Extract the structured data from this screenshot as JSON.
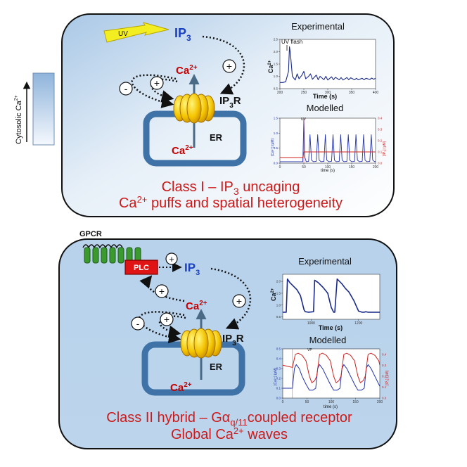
{
  "side_bar": {
    "label": "Cytosolic Ca",
    "label_sup": "2+"
  },
  "panel1": {
    "uv": "UV",
    "ip3": "IP",
    "ip3_sub": "3",
    "ca_top": "Ca",
    "ca_top_sup": "2+",
    "ca_er": "Ca",
    "ca_er_sup": "2+",
    "ip3r": "IP",
    "ip3r_sub": "3",
    "ip3r_r": "R",
    "er": "ER",
    "plus_ip3": "+",
    "plus_ca": "+",
    "minus_ca": "-",
    "caption_line1_a": "Class I – IP",
    "caption_line1_sub": "3",
    "caption_line1_b": " uncaging",
    "caption_line2_a": "Ca",
    "caption_line2_sup": "2+",
    "caption_line2_b": " puffs and spatial heterogeneity",
    "exp_title": "Experimental",
    "exp_annotation": "UV flash",
    "exp_ylabel": "Ca",
    "exp_ylabel_sup": "2+",
    "exp_xlabel": "Time (s)",
    "model_title": "Modelled",
    "model_annotation": "UV",
    "model_ylabel_left": "[Ca²⁺] (μM)",
    "model_ylabel_right": "[IP₃] (μM)",
    "model_xlabel": "time (s)"
  },
  "panel2": {
    "gpcr": "GPCR",
    "plc": "PLC",
    "ip3": "IP",
    "ip3_sub": "3",
    "ca_top": "Ca",
    "ca_top_sup": "2+",
    "ca_er": "Ca",
    "ca_er_sup": "2+",
    "ip3r": "IP",
    "ip3r_sub": "3",
    "ip3r_r": "R",
    "er": "ER",
    "plus_plc": "+",
    "plus_ca_plc": "+",
    "plus_ip3": "+",
    "plus_ca": "+",
    "minus_ca": "-",
    "caption_line1_a": "Class II hybrid – Gα",
    "caption_line1_sub": "q/11",
    "caption_line1_b": "coupled receptor",
    "caption_line2_a": "Global Ca",
    "caption_line2_sup": "2+",
    "caption_line2_b": " waves",
    "exp_title": "Experimental",
    "exp_ylabel": "Ca",
    "exp_ylabel_sup": "2+",
    "exp_xlabel": "Time (s)",
    "model_title": "Modelled",
    "model_annotation": "VP",
    "model_ylabel_left": "[Ca²⁺] (μM)",
    "model_ylabel_right": "[IP₃] (μM)",
    "model_xlabel": "time (s)"
  },
  "chart_data": [
    {
      "type": "line",
      "title": "Experimental",
      "panel": "Class I",
      "ylabel": "Ca2+",
      "xlabel": "Time (s)",
      "x_ticks": [
        "200",
        "250",
        "300",
        "350",
        "400"
      ],
      "y_ticks": [
        "0.5",
        "1.0",
        "1.5",
        "2.0",
        "2.5"
      ],
      "xlim": [
        200,
        400
      ],
      "ylim": [
        0.5,
        2.5
      ],
      "annotation": "UV flash",
      "series": [
        {
          "x": [
            200,
            206,
            212,
            218,
            220,
            222,
            226,
            232,
            236,
            240,
            246,
            250,
            254,
            260,
            264,
            268,
            276,
            280,
            284,
            292,
            296,
            300,
            308,
            312,
            316,
            324,
            328,
            332,
            340,
            344,
            348,
            356,
            360,
            364,
            372,
            376,
            380,
            388,
            392,
            396,
            400
          ],
          "y": [
            0.75,
            0.75,
            0.78,
            1.2,
            2.2,
            1.9,
            1.0,
            0.85,
            1.1,
            0.9,
            1.05,
            1.2,
            0.9,
            1.0,
            1.1,
            0.88,
            1.05,
            0.86,
            1.0,
            0.86,
            1.0,
            0.85,
            0.98,
            0.86,
            0.96,
            0.86,
            0.95,
            0.85,
            0.95,
            0.86,
            0.94,
            0.86,
            0.92,
            0.86,
            0.92,
            0.86,
            0.92,
            0.87,
            0.93,
            0.88,
            0.92
          ]
        }
      ]
    },
    {
      "type": "line",
      "title": "Modelled",
      "panel": "Class I",
      "xlabel": "time (s)",
      "ylabel": "[Ca2+] (μM)",
      "ylabel_right": "[IP3] (μM)",
      "x_ticks": [
        "0",
        "50",
        "100",
        "150",
        "200"
      ],
      "y_ticks": [
        "0.0",
        "0.5",
        "1.0",
        "1.5"
      ],
      "y_ticks_right": [
        "0.0",
        "0.1",
        "0.2",
        "0.3",
        "0.4"
      ],
      "xlim": [
        0,
        200
      ],
      "ylim": [
        0,
        1.5
      ],
      "ylim_right": [
        0,
        0.4
      ],
      "annotation": "UV",
      "series": [
        {
          "color": "#2233aa",
          "x": [
            0,
            48,
            50,
            52,
            55,
            60,
            63,
            66,
            70,
            76,
            79,
            82,
            86,
            92,
            95,
            98,
            102,
            108,
            111,
            114,
            118,
            124,
            127,
            130,
            134,
            140,
            143,
            146,
            150,
            156,
            159,
            162,
            166,
            172,
            175,
            178,
            182,
            188,
            191,
            194,
            198,
            200
          ],
          "y": [
            0.05,
            0.05,
            1.45,
            0.2,
            0.05,
            0.06,
            0.95,
            0.1,
            0.05,
            0.06,
            0.95,
            0.1,
            0.05,
            0.06,
            0.95,
            0.1,
            0.05,
            0.06,
            0.95,
            0.1,
            0.05,
            0.06,
            0.95,
            0.1,
            0.05,
            0.06,
            0.95,
            0.1,
            0.05,
            0.06,
            0.95,
            0.1,
            0.05,
            0.06,
            0.95,
            0.1,
            0.05,
            0.06,
            0.95,
            0.1,
            0.05,
            0.06
          ]
        },
        {
          "color": "#cc2222",
          "x": [
            0,
            48,
            50,
            200
          ],
          "y": [
            0.05,
            0.05,
            0.1,
            0.1
          ]
        }
      ]
    },
    {
      "type": "line",
      "title": "Experimental",
      "panel": "Class II",
      "ylabel": "Ca2+",
      "xlabel": "Time (s)",
      "x_ticks": [
        "1000",
        "1200"
      ],
      "y_ticks": [
        "0.5",
        "1.0",
        "1.5",
        "2.0"
      ],
      "xlim": [
        880,
        1290
      ],
      "ylim": [
        0.4,
        2.3
      ],
      "series": [
        {
          "x": [
            880,
            895,
            900,
            910,
            925,
            940,
            955,
            970,
            975,
            990,
            1010,
            1015,
            1030,
            1050,
            1070,
            1085,
            1095,
            1100,
            1110,
            1130,
            1145,
            1160,
            1180,
            1200,
            1215,
            1225,
            1230,
            1240,
            1260,
            1275,
            1290
          ],
          "y": [
            0.7,
            0.7,
            2.1,
            1.95,
            1.8,
            1.65,
            1.4,
            0.8,
            0.72,
            0.7,
            0.72,
            2.05,
            1.95,
            1.75,
            1.5,
            0.9,
            0.7,
            0.7,
            2.1,
            1.9,
            1.7,
            1.55,
            1.2,
            0.75,
            0.7,
            0.7,
            0.72,
            0.7,
            0.7,
            0.7,
            0.7
          ]
        }
      ]
    },
    {
      "type": "line",
      "title": "Modelled",
      "panel": "Class II",
      "xlabel": "time (s)",
      "ylabel": "[Ca2+] (μM)",
      "ylabel_right": "[IP3] (μM)",
      "x_ticks": [
        "0",
        "50",
        "100",
        "150",
        "200"
      ],
      "y_ticks": [
        "0.0",
        "0.1",
        "0.2",
        "0.3",
        "0.4",
        "0.5"
      ],
      "y_ticks_right": [
        "0.0",
        "0.1",
        "0.2",
        "0.3",
        "0.4"
      ],
      "xlim": [
        0,
        200
      ],
      "ylim": [
        0,
        0.5
      ],
      "ylim_right": [
        0,
        0.45
      ],
      "annotation": "VP",
      "series": [
        {
          "color": "#2233aa",
          "x": [
            0,
            20,
            24,
            28,
            34,
            40,
            48,
            55,
            62,
            68,
            72,
            76,
            82,
            90,
            98,
            105,
            112,
            118,
            122,
            126,
            132,
            140,
            148,
            155,
            162,
            168,
            172,
            176,
            182,
            190,
            198,
            200
          ],
          "y": [
            0.1,
            0.1,
            0.3,
            0.34,
            0.3,
            0.22,
            0.14,
            0.08,
            0.08,
            0.1,
            0.3,
            0.34,
            0.3,
            0.22,
            0.14,
            0.08,
            0.08,
            0.1,
            0.3,
            0.34,
            0.3,
            0.22,
            0.14,
            0.08,
            0.08,
            0.1,
            0.3,
            0.34,
            0.3,
            0.22,
            0.14,
            0.12
          ]
        },
        {
          "color": "#cc2222",
          "x": [
            0,
            20,
            26,
            32,
            40,
            48,
            55,
            60,
            66,
            70,
            76,
            82,
            90,
            98,
            105,
            110,
            116,
            120,
            126,
            132,
            140,
            148,
            155,
            160,
            166,
            170,
            176,
            182,
            190,
            198,
            200
          ],
          "y": [
            0.3,
            0.28,
            0.4,
            0.41,
            0.39,
            0.34,
            0.2,
            0.14,
            0.16,
            0.2,
            0.4,
            0.41,
            0.39,
            0.34,
            0.2,
            0.14,
            0.16,
            0.2,
            0.4,
            0.41,
            0.39,
            0.34,
            0.2,
            0.14,
            0.16,
            0.2,
            0.4,
            0.41,
            0.39,
            0.34,
            0.3
          ]
        }
      ]
    }
  ]
}
